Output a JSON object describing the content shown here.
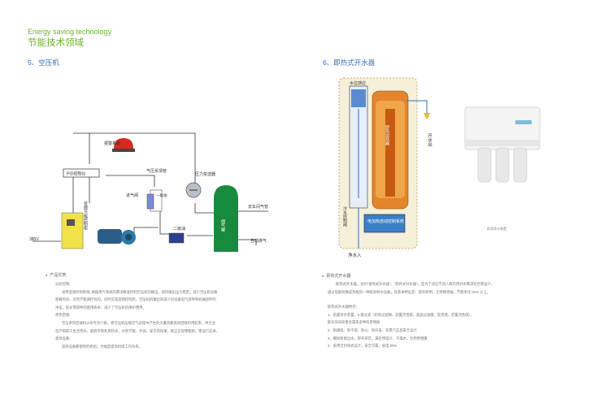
{
  "header": {
    "title_en": "Energy saving technology",
    "title_cn": "节能技术领域"
  },
  "left": {
    "section_title": "5、空压机",
    "diagram": {
      "alarm": "报警系统",
      "pid": "PID控制仪",
      "air_fb": "气压反馈管",
      "pressure_sender": "压力变送器",
      "inverter": "变频节能控制柜",
      "inlet_valve": "进气阀",
      "tank": "储气罐",
      "to_vehicle": "去车间气管",
      "auto_exhaust": "自动排气",
      "voltage": "380V",
      "sep1": "一级油",
      "sep2": "二级油"
    },
    "bullet": "产品优势",
    "paragraphs": [
      "分段控制:",
      "采用变频控制系统, 根据用气系统的需求精准控制空压机的输出，保持输出压力稳定，减少空压机加载",
      "卸载时间，达到节能调控目的。同时实现变频控制后，空压机的输出效减少对设备电气部件和机械部件的",
      "冲击，延长零部件的使用寿命，减少了空压机的维护费用。",
      "余热回收:",
      "空压余热回收机以水作为介质，将空压机压缩空气过程中产生的大量热能高效回收利用起来，供企业",
      "生产和职工生活热水，能耗平衡利用热水，达到节能、环保、安全的效果，真正实现零能耗，零运行成本。",
      "高效设备:",
      "高效设备都使用的机组，大幅度提高机组工作效率。"
    ]
  },
  "right": {
    "section_title": "6、即热式开水器",
    "diagram": {
      "water_level": "水位感应",
      "heater": "即热加热器",
      "controller": "电加热自动控制系统",
      "hot_water": "开水出",
      "cold_in": "冷水控制阀",
      "clean_in": "净水入"
    },
    "photo_caption": "前滴净水装置",
    "bullet": "即热式开水器",
    "paragraphs": [
      "即热式开水器，也叫\"速热式开水器\"、\"即开式开水器\"。是为了适应不同人群饮用开水需求结合而设计，",
      "通过电能转换成热能的一种高效转水设备，其基本特征是：即开即用、无停顿等候、节能率达 50% 以上。"
    ],
    "features_title": "即热式开水器特点：",
    "features": [
      "1、前置净水装置，5 级过滤（初效过滤棉、前置活性碳、超滤过滤膜、反渗透、后置活性碳），",
      "   能有效去除重金属等多种有害物质",
      "2、防漏电、防干烧、防火、防开盖、双煲汽五层安全设计",
      "3、模拟智能出水，即开即饮，满足用电冷、干燥水，饮用更健康",
      "4、采用全封闭式设计，安全可靠，省电 50%"
    ]
  }
}
